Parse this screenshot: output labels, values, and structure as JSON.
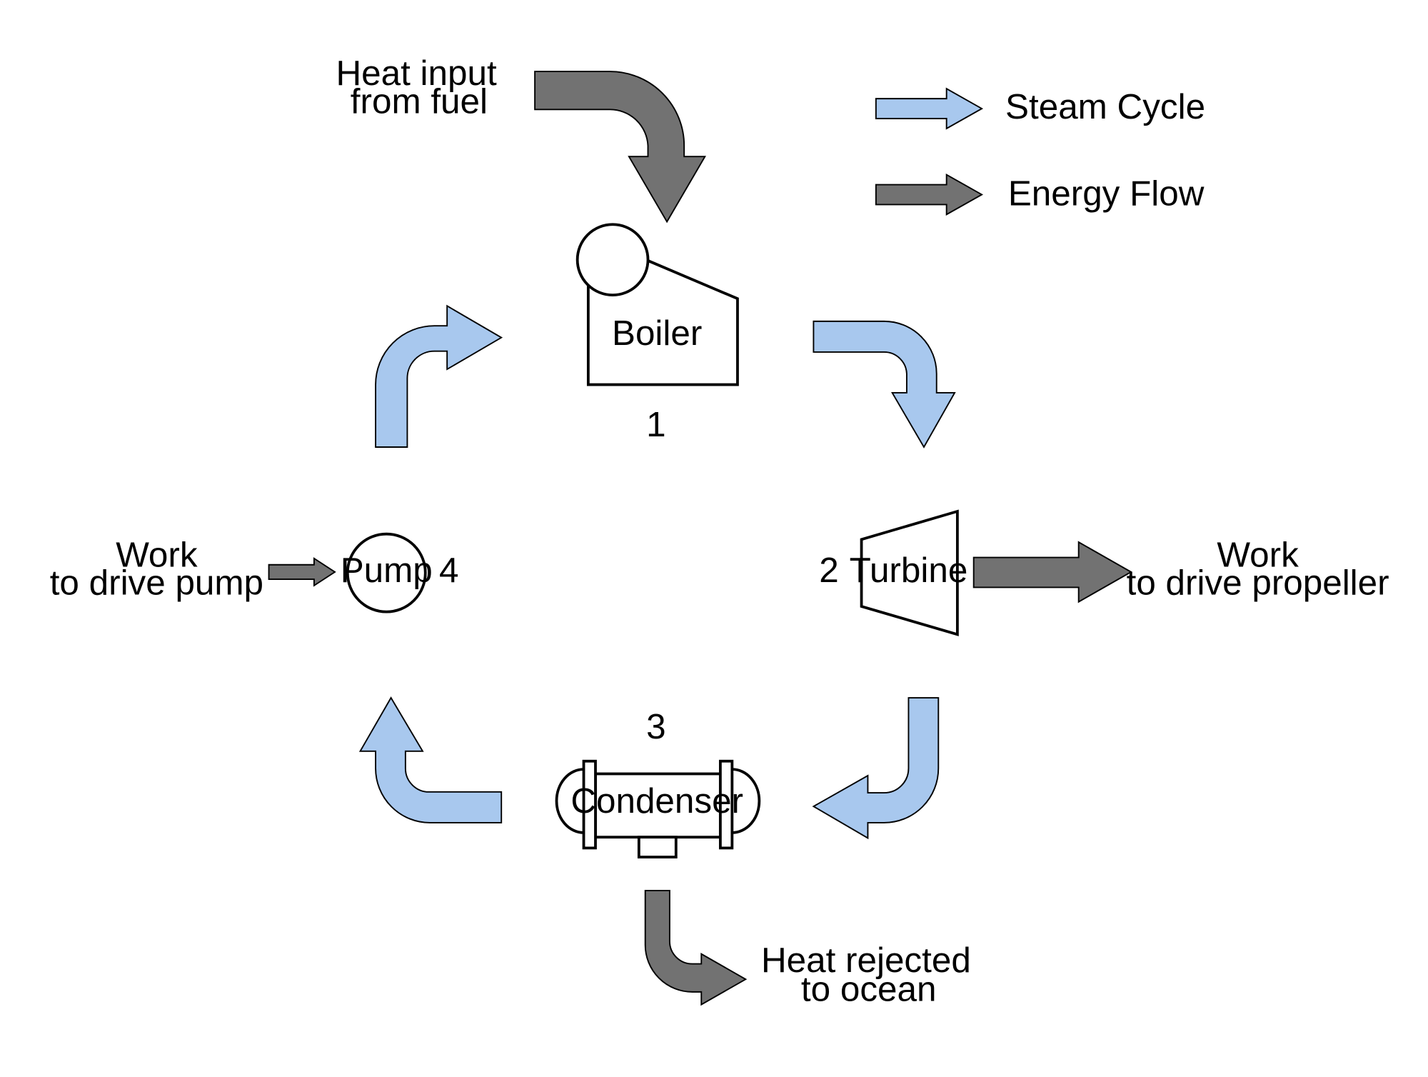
{
  "colors": {
    "steam": "#a8c8ee",
    "energy": "#727272",
    "outline": "#000000",
    "background": "#ffffff"
  },
  "legend": {
    "steam_cycle": "Steam Cycle",
    "energy_flow": "Energy Flow"
  },
  "components": {
    "boiler": {
      "label": "Boiler",
      "number": "1"
    },
    "turbine": {
      "label": "Turbine",
      "number": "2"
    },
    "condenser": {
      "label": "Condenser",
      "number": "3"
    },
    "pump": {
      "label": "Pump",
      "number": "4"
    }
  },
  "energy_labels": {
    "heat_input": [
      "Heat input",
      "from fuel"
    ],
    "work_pump": [
      "Work",
      "to drive pump"
    ],
    "work_propeller": [
      "Work",
      "to drive propeller"
    ],
    "heat_rejected": [
      "Heat rejected",
      "to ocean"
    ]
  }
}
